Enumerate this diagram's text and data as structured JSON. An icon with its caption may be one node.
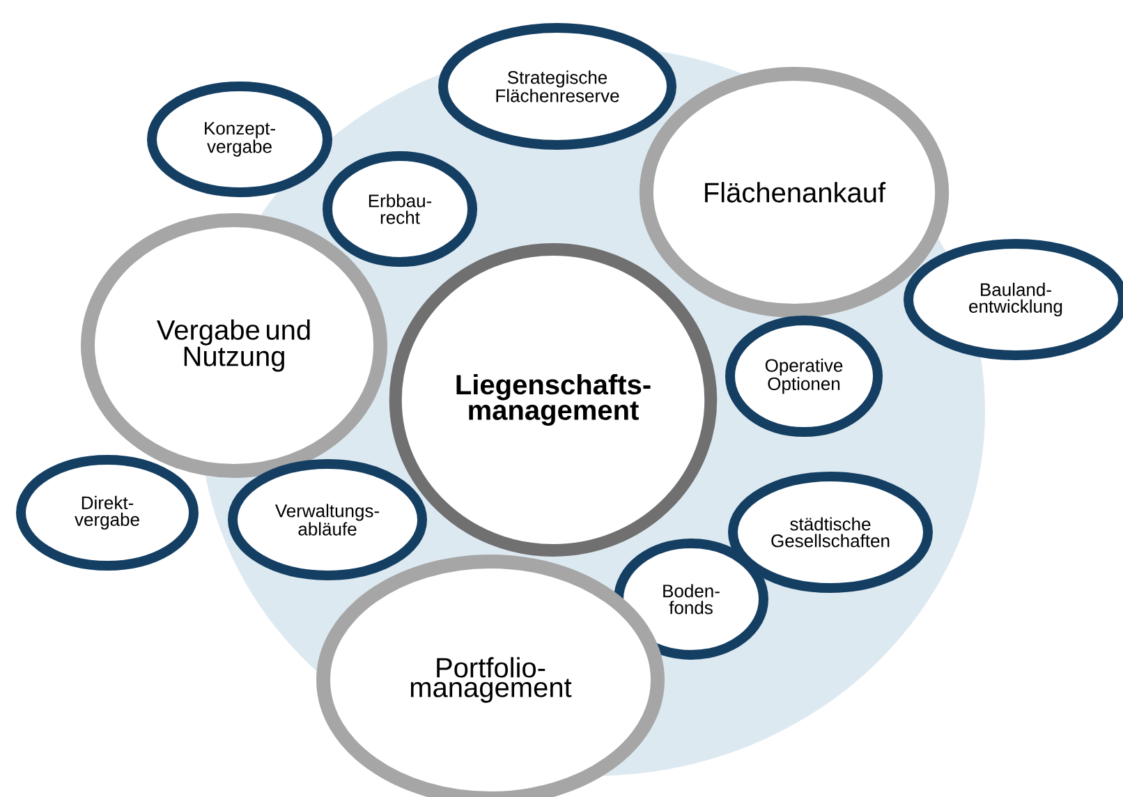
{
  "diagram": {
    "nodes": [
      {
        "text": [
          "Strategische Flächenreserve"
        ]
      },
      {
        "text": [
          "Konzept- vergabe"
        ]
      },
      {
        "text": [
          "Flächenankauf"
        ]
      },
      {
        "text": [
          "Erbbau- recht"
        ]
      },
      {
        "text": [
          "Vergabe und Nutzung"
        ]
      },
      {
        "text": [
          "Bauland- entwicklung"
        ]
      },
      {
        "text": [
          "Operative Optionen"
        ]
      },
      {
        "text": [
          "Liegenschafts- management"
        ]
      },
      {
        "text": [
          "Direkt- vergabe"
        ]
      },
      {
        "text": [
          "Verwaltungs- abläufe"
        ]
      },
      {
        "text": [
          "städtische Gesellschaften"
        ]
      },
      {
        "text": [
          "Boden- fonds"
        ]
      },
      {
        "text": [
          "Portfolio- management"
        ]
      }
    ]
  }
}
